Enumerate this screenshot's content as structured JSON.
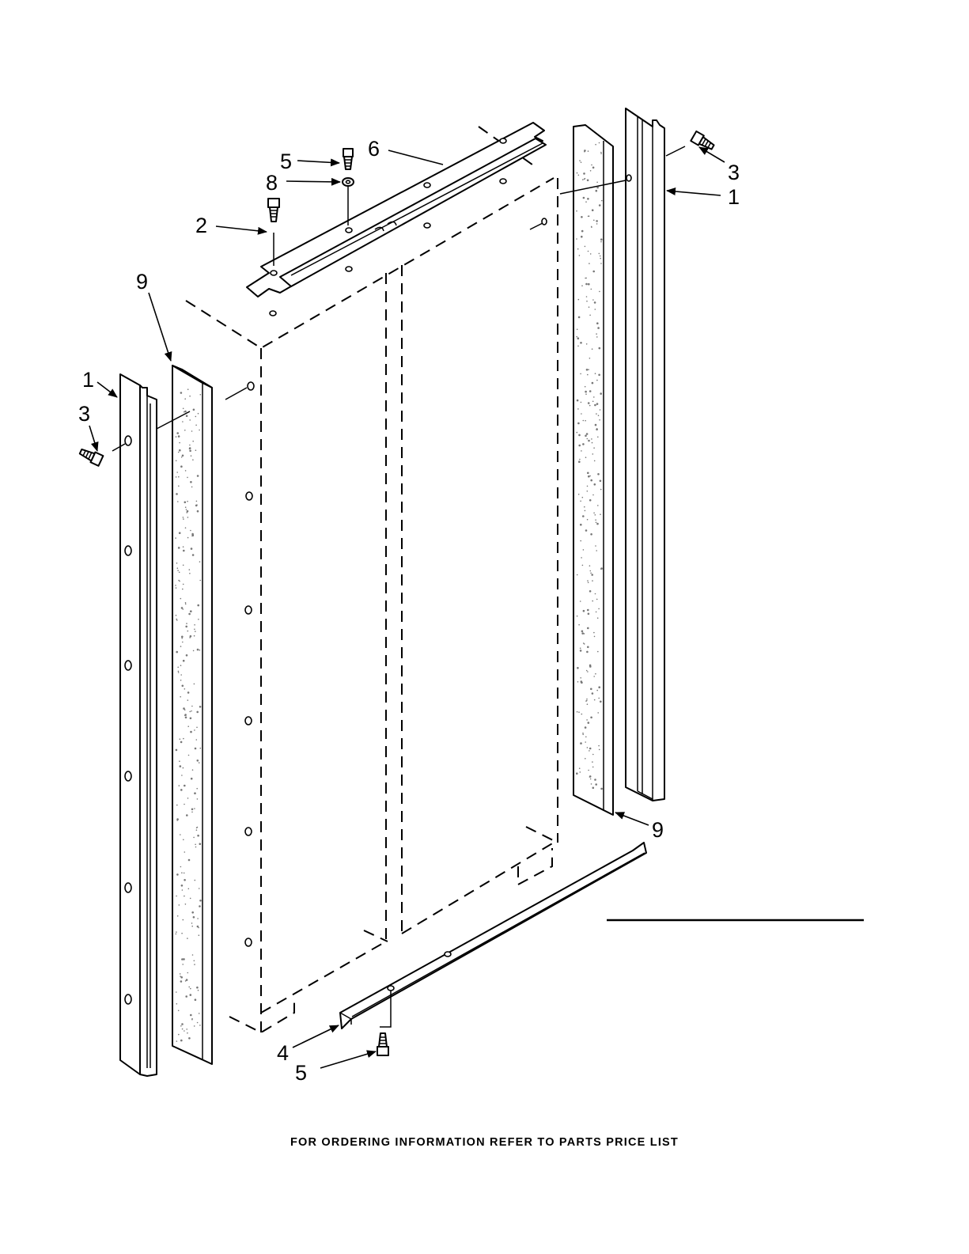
{
  "callouts": {
    "c1_right": "1",
    "c3_right": "3",
    "c5_top": "5",
    "c6": "6",
    "c8": "8",
    "c2": "2",
    "c9_left": "9",
    "c1_left": "1",
    "c3_left": "3",
    "c9_right": "9",
    "c4": "4",
    "c5_bottom": "5"
  },
  "footer": {
    "note": "FOR ORDERING INFORMATION REFER TO PARTS PRICE LIST"
  },
  "icons": [
    "screw-icon",
    "washer-icon",
    "arrow-icon"
  ]
}
